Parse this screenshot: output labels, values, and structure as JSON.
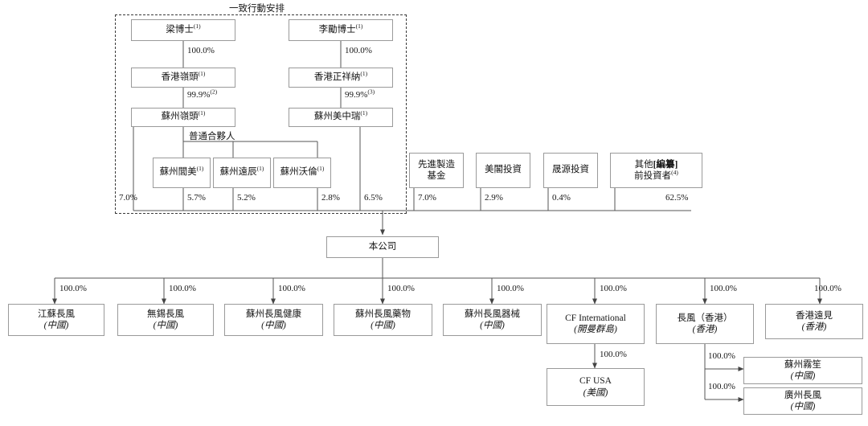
{
  "diagram": {
    "title": "一致行動安排",
    "grouping_label": "一致行動安排",
    "partner_label": "普通合夥人",
    "colors": {
      "box_border": "#9a9a9a",
      "dashed_border": "#3a3a3a",
      "line": "#555555",
      "text": "#161616",
      "background": "#ffffff"
    }
  },
  "nodes": {
    "liang": {
      "name": "梁博士",
      "note": "(1)"
    },
    "li": {
      "name": "李勵博士",
      "note": "(1)"
    },
    "hk_lingtou": {
      "name": "香港嶺頭",
      "note": "(1)"
    },
    "hk_zhengxiangna": {
      "name": "香港正祥納",
      "note": "(1)"
    },
    "sz_lingtou": {
      "name": "蘇州嶺頭",
      "note": "(1)"
    },
    "sz_meizhongrui": {
      "name": "蘇州美中瑞",
      "note": "(1)"
    },
    "sz_lvmei": {
      "name": "蘇州閭美",
      "note": "(1)"
    },
    "sz_yuanchen": {
      "name": "蘇州遠辰",
      "note": "(1)"
    },
    "sz_wolun": {
      "name": "蘇州沃倫",
      "note": "(1)"
    },
    "advanced_mfg": {
      "name_line1": "先進製造",
      "name_line2": "基金",
      "note": ""
    },
    "meige": {
      "name": "美閣投資",
      "note": ""
    },
    "shengyuan": {
      "name": "晟源投資",
      "note": ""
    },
    "other_investors": {
      "name_line1_a": "其他",
      "name_line1_b": "[編纂]",
      "name_line2": "前投資者",
      "note": "(4)"
    },
    "company": {
      "name": "本公司",
      "note": ""
    },
    "jiangsu_changfeng": {
      "name": "江蘇長風",
      "sub": "(中國)"
    },
    "wuxi_changfeng": {
      "name": "無錫長風",
      "sub": "(中國)"
    },
    "sz_changfeng_health": {
      "name": "蘇州長風健康",
      "sub": "(中國)"
    },
    "sz_changfeng_pharma": {
      "name": "蘇州長風藥物",
      "sub": "(中國)"
    },
    "sz_changfeng_device": {
      "name": "蘇州長風器械",
      "sub": "(中國)"
    },
    "cf_international": {
      "name": "CF International",
      "sub": "(開曼群島)"
    },
    "changfeng_hk": {
      "name": "長風（香港）",
      "sub": "(香港)"
    },
    "hk_yuanjian": {
      "name": "香港遠見",
      "sub": "(香港)"
    },
    "cf_usa": {
      "name": "CF USA",
      "sub": "(美國)"
    },
    "sz_wusheng": {
      "name": "蘇州霧笙",
      "sub": "(中國)"
    },
    "gz_changfeng": {
      "name": "廣州長風",
      "sub": "(中國)"
    }
  },
  "percentages": {
    "liang_to_hklingtou": "100.0%",
    "li_to_hkzhengxiangna": "100.0%",
    "hklingtou_to_szlingtou": "99.9%",
    "hklingtou_note": "(2)",
    "hkzhengxiangna_to_szmeizhongrui": "99.9%",
    "hkzhengxiangna_note": "(3)",
    "szlingtou_direct": "7.0%",
    "szlvmei": "5.7%",
    "szyuanchen": "5.2%",
    "szwolun": "2.8%",
    "szmeizhongrui": "6.5%",
    "advanced_mfg": "7.0%",
    "meige": "2.9%",
    "shengyuan": "0.4%",
    "other_investors": "62.5%",
    "sub_jiangsu": "100.0%",
    "sub_wuxi": "100.0%",
    "sub_health": "100.0%",
    "sub_pharma": "100.0%",
    "sub_device": "100.0%",
    "sub_cfintl": "100.0%",
    "sub_cfhk": "100.0%",
    "sub_hkyuanjian": "100.0%",
    "cfusa": "100.0%",
    "wusheng": "100.0%",
    "gzchangfeng": "100.0%"
  }
}
